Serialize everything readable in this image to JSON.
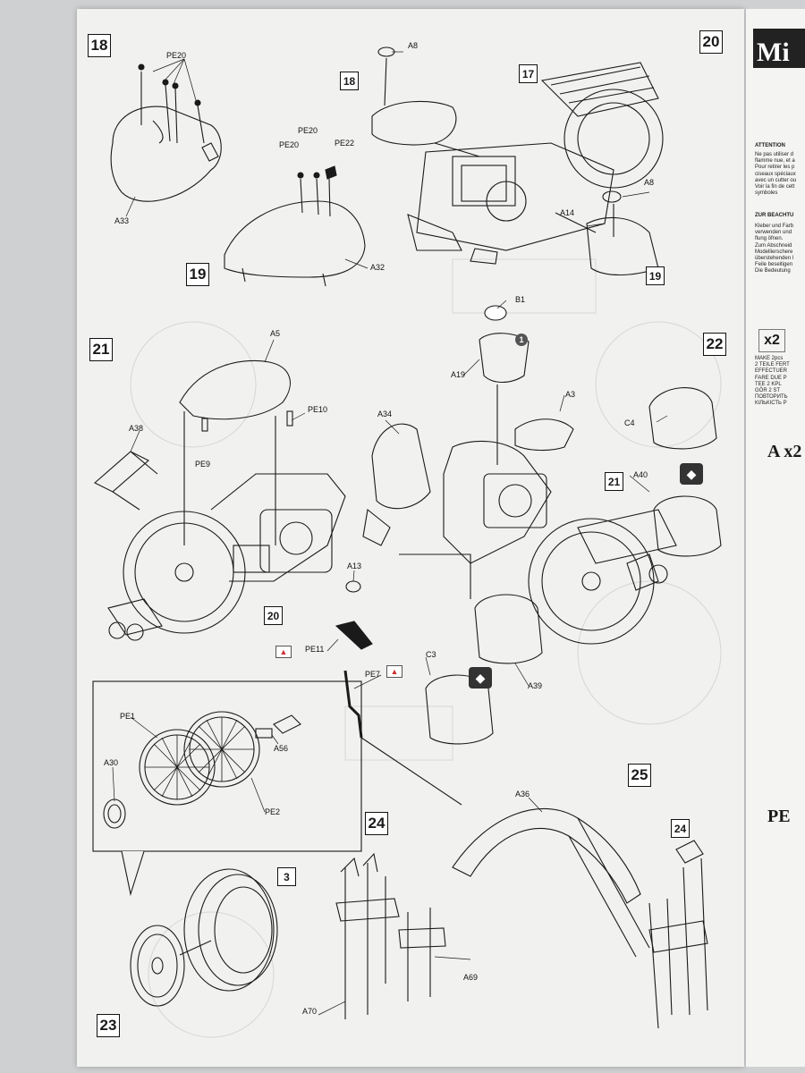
{
  "steps": {
    "s18": "18",
    "s19": "19",
    "s20": "20",
    "s21": "21",
    "s22": "22",
    "s23": "23",
    "s24": "24",
    "s25": "25"
  },
  "refs": {
    "r18": "18",
    "r17": "17",
    "r19": "19",
    "r20": "20",
    "r21": "21",
    "r3": "3",
    "r24": "24"
  },
  "parts": {
    "pe20_a": "PE20",
    "a33": "A33",
    "pe20_b": "PE20",
    "pe20_c": "PE20",
    "pe22": "PE22",
    "a32": "A32",
    "a8_top": "A8",
    "a8_right": "A8",
    "a14": "A14",
    "a5": "A5",
    "pe10": "PE10",
    "pe9": "PE9",
    "a38": "A38",
    "b1": "B1",
    "a19": "A19",
    "a3": "A3",
    "a34": "A34",
    "c4": "C4",
    "a40": "A40",
    "a13": "A13",
    "pe11": "PE11",
    "pe7": "PE7",
    "c3": "C3",
    "a39": "A39",
    "pe1": "PE1",
    "a56": "A56",
    "a30": "A30",
    "pe2": "PE2",
    "a36": "A36",
    "a69": "A69",
    "a70": "A70"
  },
  "circle_marker": "1",
  "right_page": {
    "logo": "Mi",
    "attention_head": "ATTENTION",
    "attention_text": "Ne pas utiliser d\nflamme nue, et a\nPour retirer les p\nciseaux spéciaux\navec un cutter ou\nVoir la fin de cett\nsymboles",
    "zur_head": "ZUR BEACHTU",
    "zur_text": "Kleber und Farb\nverwenden und\nflung öfnen.\nZum Abschneid\nModellierschere\nüberstehenden l\nFeile beseitigen\nDie Bedeutung",
    "x2_badge": "x2",
    "make_text": "MAKE 2pcs\n2 TEILE FERT\nEFFECTUER\nFARE DUE P\nTEE 2 KPL\nGÖR 2 ST\nПОВТОРИТЬ\nКІЛЬКІСТЬ Р",
    "big_a": "A x2",
    "big_pe": "PE"
  },
  "colors": {
    "page": "#f1f1f0",
    "line": "#1a1a1a",
    "background": "#cfd0d2"
  }
}
